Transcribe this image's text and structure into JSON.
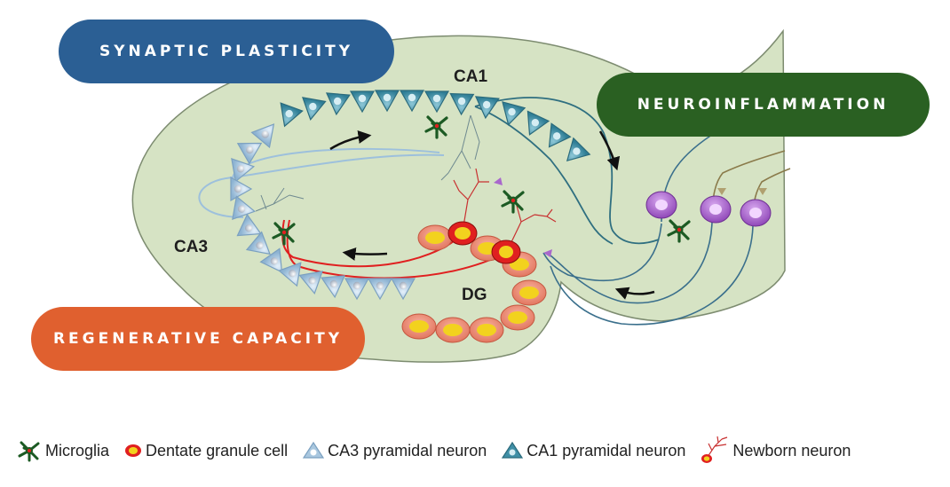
{
  "labels": {
    "synaptic_plasticity": "SYNAPTIC PLASTICITY",
    "neuroinflammation": "NEUROINFLAMMATION",
    "regenerative_capacity": "REGENERATIVE CAPACITY"
  },
  "regions": {
    "ca1": "CA1",
    "ca3": "CA3",
    "dg": "DG"
  },
  "legend": [
    {
      "icon": "microglia-icon",
      "label": "Microglia"
    },
    {
      "icon": "dentate-granule-cell-icon",
      "label": "Dentate granule cell"
    },
    {
      "icon": "ca3-pyramidal-neuron-icon",
      "label": "CA3 pyramidal neuron"
    },
    {
      "icon": "ca1-pyramidal-neuron-icon",
      "label": "CA1 pyramidal neuron"
    },
    {
      "icon": "newborn-neuron-icon",
      "label": "Newborn neuron"
    }
  ],
  "colors": {
    "tissue": "#d6e3c4",
    "tissue_outline": "#7d8c70",
    "synaptic_pill": "#2b5f94",
    "neuroinflammation_pill": "#2a6022",
    "regenerative_pill": "#e0602f",
    "ca1_neuron": "#3f8fa6",
    "ca3_neuron": "#a9c7df",
    "granule_cell": "#f08a6e",
    "granule_nucleus": "#f2d21e",
    "newborn_neuron": "#e02020",
    "microglia": "#1c5a23",
    "entorhinal_neuron": "#a968cc"
  }
}
